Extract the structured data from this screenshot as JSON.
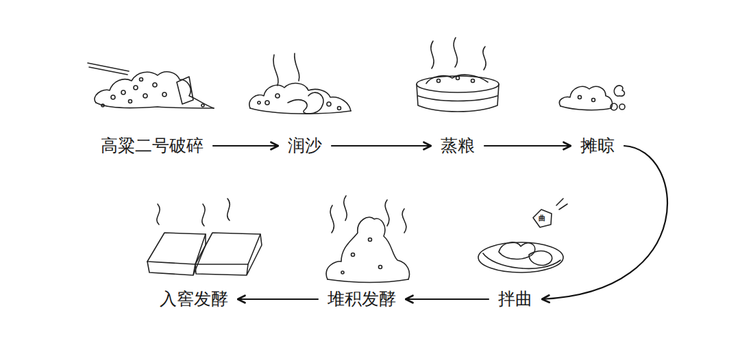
{
  "diagram": {
    "nodes": [
      {
        "text": [
          "高粱二号破碎"
        ]
      },
      {
        "text": [
          "润沙"
        ]
      },
      {
        "text": [
          "蒸粮"
        ]
      },
      {
        "text": [
          "摊晾"
        ]
      },
      {
        "text": [
          "拌曲"
        ]
      },
      {
        "text": [
          "堆积发酵"
        ]
      },
      {
        "text": [
          "入窖发酵"
        ]
      }
    ],
    "edges": [
      {
        "from": 0,
        "to": 1,
        "arrow": "to"
      },
      {
        "from": 1,
        "to": 2,
        "arrow": "to"
      },
      {
        "from": 2,
        "to": 3,
        "arrow": "to"
      },
      {
        "from": 3,
        "to": 4,
        "arrow": "to"
      },
      {
        "from": 4,
        "to": 5,
        "arrow": "to"
      },
      {
        "from": 5,
        "to": 6,
        "arrow": "to"
      }
    ],
    "labels": [
      "曲"
    ]
  }
}
